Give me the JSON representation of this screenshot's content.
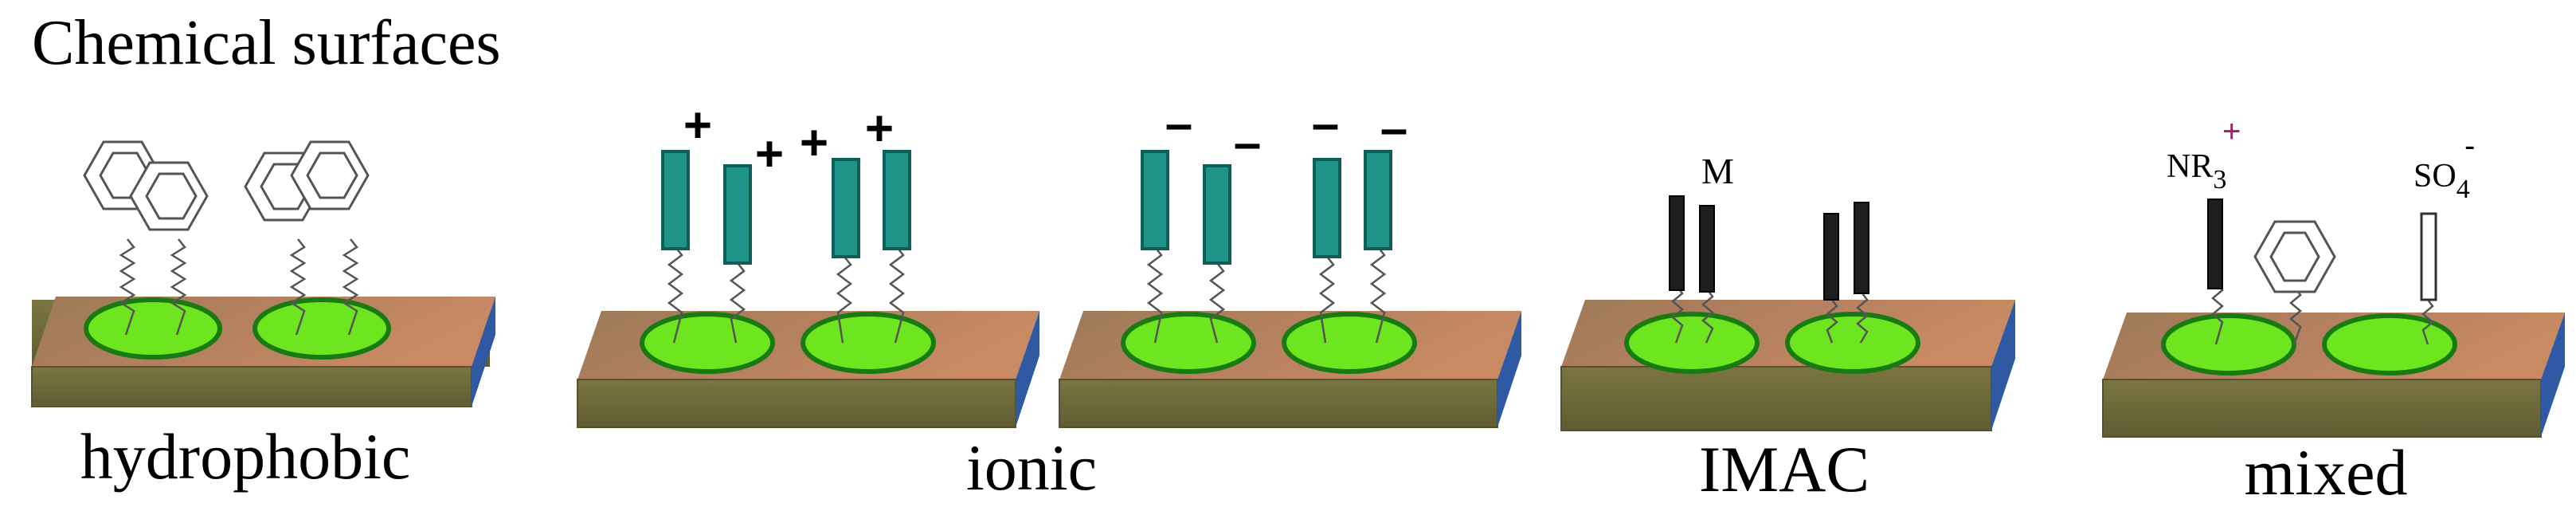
{
  "title": "Chemical surfaces",
  "panels": [
    {
      "id": "hydrophobic",
      "caption": "hydrophobic",
      "ligand": "phenyl-ring"
    },
    {
      "id": "ionic-cation",
      "caption": "ionic",
      "ligand": "positive-charged-bar",
      "charge_sign": "+"
    },
    {
      "id": "ionic-anion",
      "ligand": "negative-charged-bar",
      "charge_sign": "–"
    },
    {
      "id": "imac",
      "caption": "IMAC",
      "ligand": "metal-chelate-bar",
      "metal_label": "M"
    },
    {
      "id": "mixed",
      "caption": "mixed",
      "ligand": "mixed",
      "labels": {
        "amine": {
          "base": "NR",
          "sub": "3",
          "sup": "+"
        },
        "sulfate": {
          "base": "SO",
          "sub": "4",
          "sup": "-"
        }
      }
    }
  ],
  "colors": {
    "platform_top": "#b07e5e",
    "platform_front": "#6e6a3c",
    "platform_side": "#2f5aa3",
    "spot_fill": "#6ee61f",
    "spot_stroke": "#1a7a12",
    "ionic_bar": "#1d9487",
    "ionic_bar_stroke": "#0e5e56",
    "imac_bar": "#1e1e1e"
  }
}
